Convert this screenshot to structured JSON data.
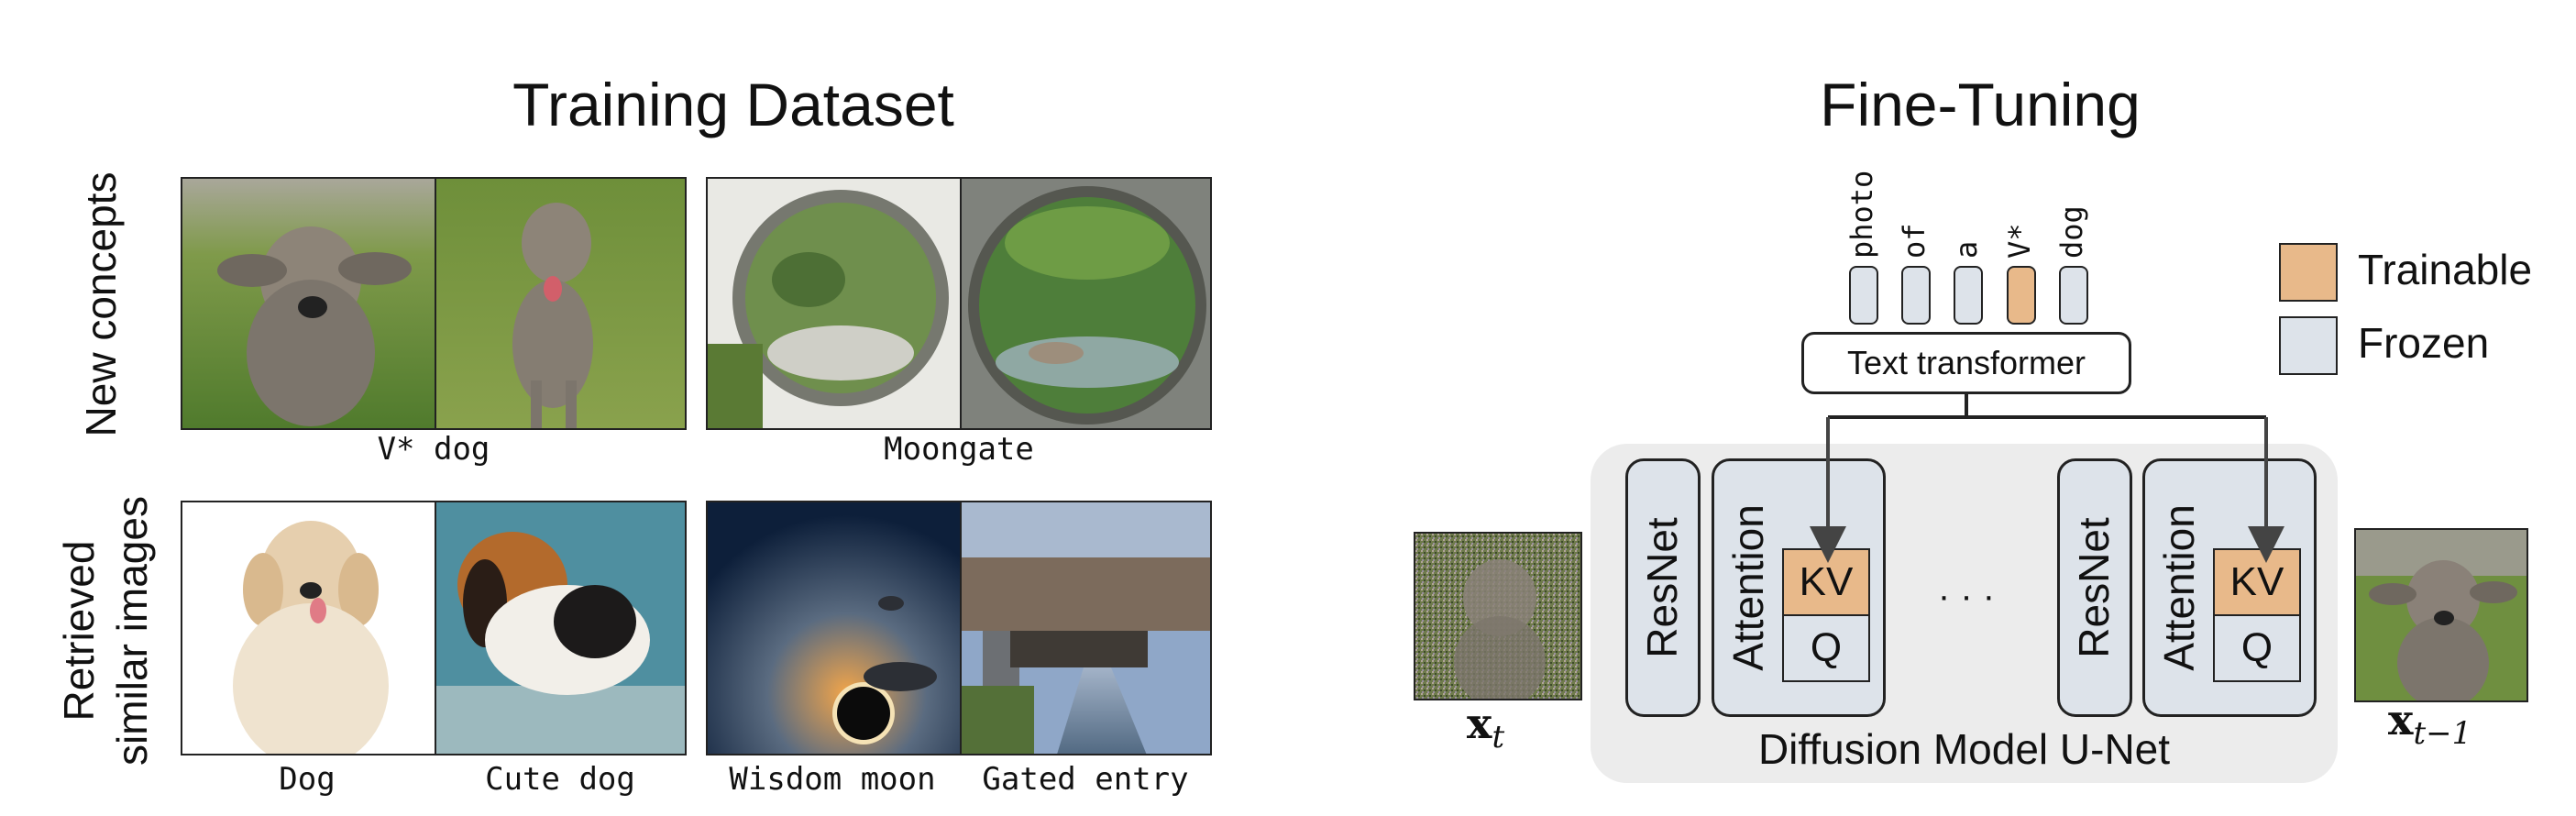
{
  "training": {
    "title": "Training Dataset",
    "row_labels": {
      "new_concepts": "New concepts",
      "retrieved_line1": "Retrieved",
      "retrieved_line2": "similar images"
    },
    "captions": {
      "vdog": "V* dog",
      "moongate": "Moongate",
      "dog": "Dog",
      "cute_dog": "Cute dog",
      "wisdom_moon": "Wisdom moon",
      "gated_entry": "Gated entry"
    }
  },
  "finetuning": {
    "title": "Fine-Tuning",
    "tokens": [
      "photo",
      "of",
      "a",
      "V*",
      "dog"
    ],
    "text_transformer": "Text transformer",
    "resnet": "ResNet",
    "attention": "Attention",
    "kv": "KV",
    "q": "Q",
    "ellipsis": "· · ·",
    "unet_label": "Diffusion Model U-Net",
    "xt_base": "x",
    "xt_sub": "t",
    "xt1_base": "x",
    "xt1_sub": "t−1"
  },
  "legend": {
    "trainable": "Trainable",
    "frozen": "Frozen"
  },
  "colors": {
    "trainable": "#e8b98a",
    "frozen": "#dde3ea",
    "unet_bg": "#ececec"
  }
}
